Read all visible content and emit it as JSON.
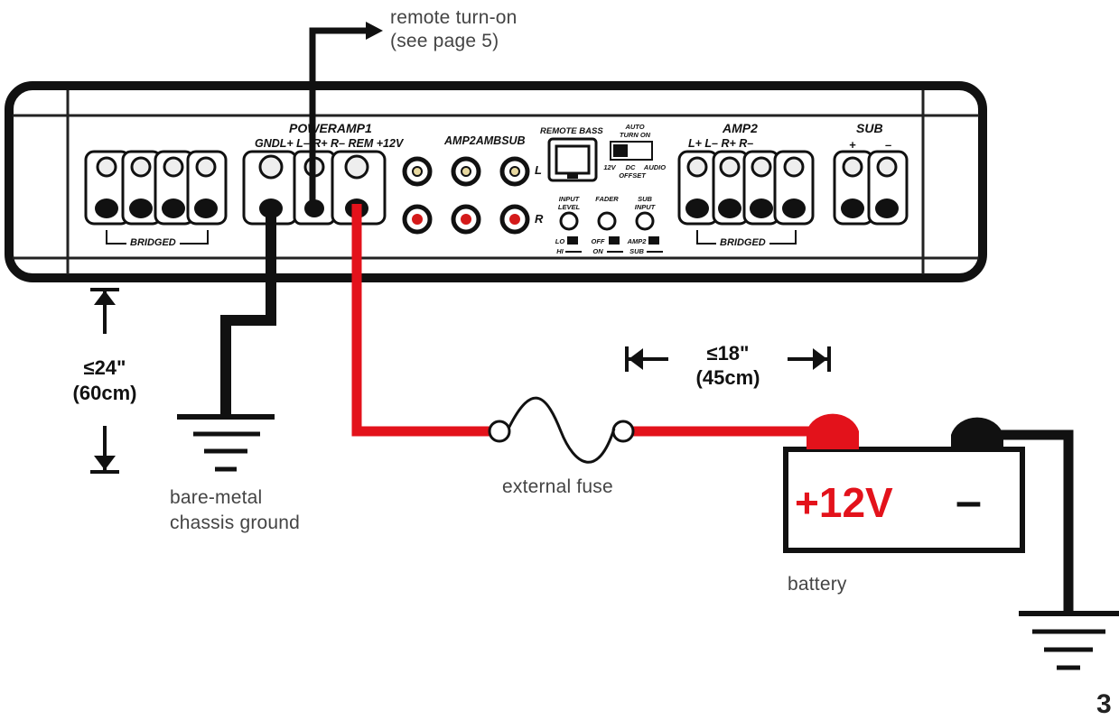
{
  "callouts": {
    "remote_line1": "remote turn-on",
    "remote_line2": "(see page 5)",
    "ground_line1": "bare-metal",
    "ground_line2": "chassis ground",
    "fuse": "external fuse",
    "battery": "battery"
  },
  "dimensions": {
    "ground_len": "≤24\"",
    "ground_len_metric": "(60cm)",
    "fuse_len": "≤18\"",
    "fuse_len_metric": "(45cm)"
  },
  "panel": {
    "power_title": "POWERAMP1",
    "power_terminals": "GNDL+ L– R+ R– REM +12V",
    "amp2ambsub": "AMP2AMBSUB",
    "rca_left": "L",
    "rca_right": "R",
    "remote_bass": "REMOTE BASS",
    "auto_turn_on_1": "AUTO",
    "auto_turn_on_2": "TURN ON",
    "sw_12v": "12V",
    "sw_dc": "DC",
    "sw_audio": "AUDIO",
    "sw_offset": "OFFSET",
    "input_level_1": "INPUT",
    "input_level_2": "LEVEL",
    "fader": "FADER",
    "sub_input_1": "SUB",
    "sub_input_2": "INPUT",
    "lo": "LO",
    "hi": "HI",
    "off": "OFF",
    "on": "ON",
    "amp2": "AMP2",
    "sub_sw": "SUB",
    "amp2_title": "AMP2",
    "amp2_terminals": "L+ L– R+ R–",
    "sub_title": "SUB",
    "sub_plus": "+",
    "sub_minus": "–",
    "bridged_left": "BRIDGED",
    "bridged_right": "BRIDGED"
  },
  "battery": {
    "positive": "+12V",
    "negative": "–"
  },
  "page_number": "3",
  "colors": {
    "power_wire": "#e3121b",
    "ground_wire": "#111111"
  }
}
